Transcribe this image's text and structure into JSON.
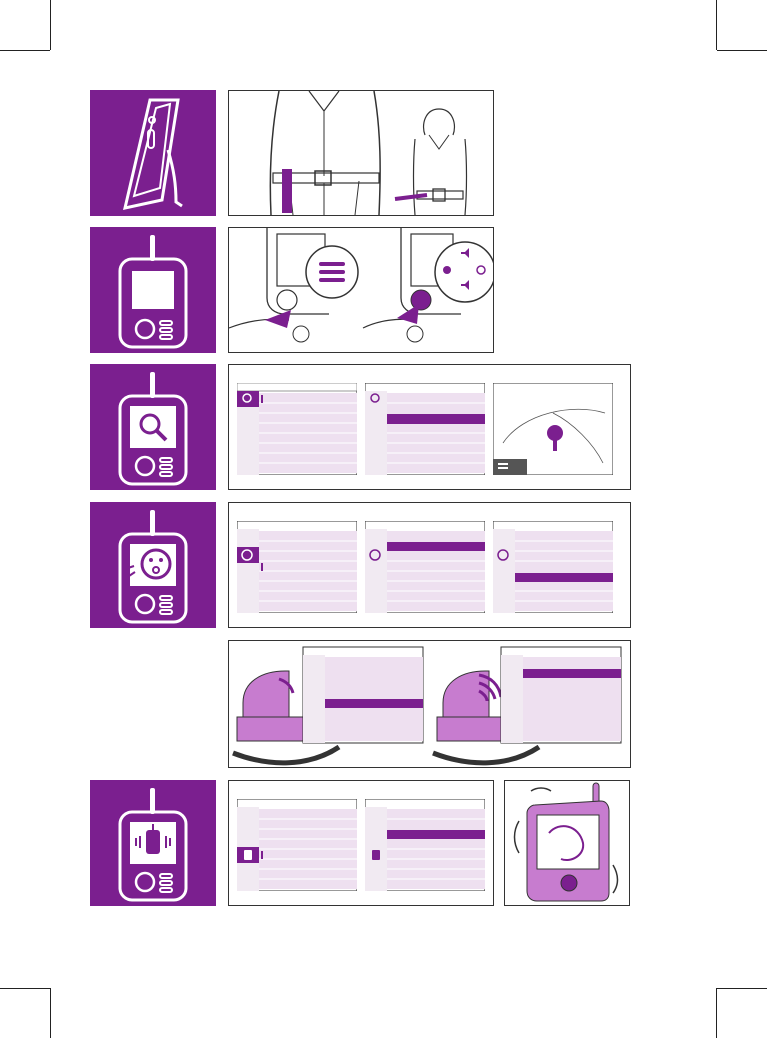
{
  "colors": {
    "purple": "#7b1f8f",
    "screen_fill": "#eee0f0",
    "outline": "#333333",
    "cradle": "#c77ccf"
  },
  "rows": [
    {
      "id": "belt-clip",
      "icon": "belt-clip-icon"
    },
    {
      "id": "controls",
      "icon": "parent-unit-icon"
    },
    {
      "id": "zoom",
      "icon": "zoom-icon"
    },
    {
      "id": "lullaby",
      "icon": "baby-cry-icon"
    },
    {
      "id": "sensitivity",
      "icon": "cradle-icon"
    },
    {
      "id": "vibration",
      "icon": "vibration-icon"
    }
  ]
}
